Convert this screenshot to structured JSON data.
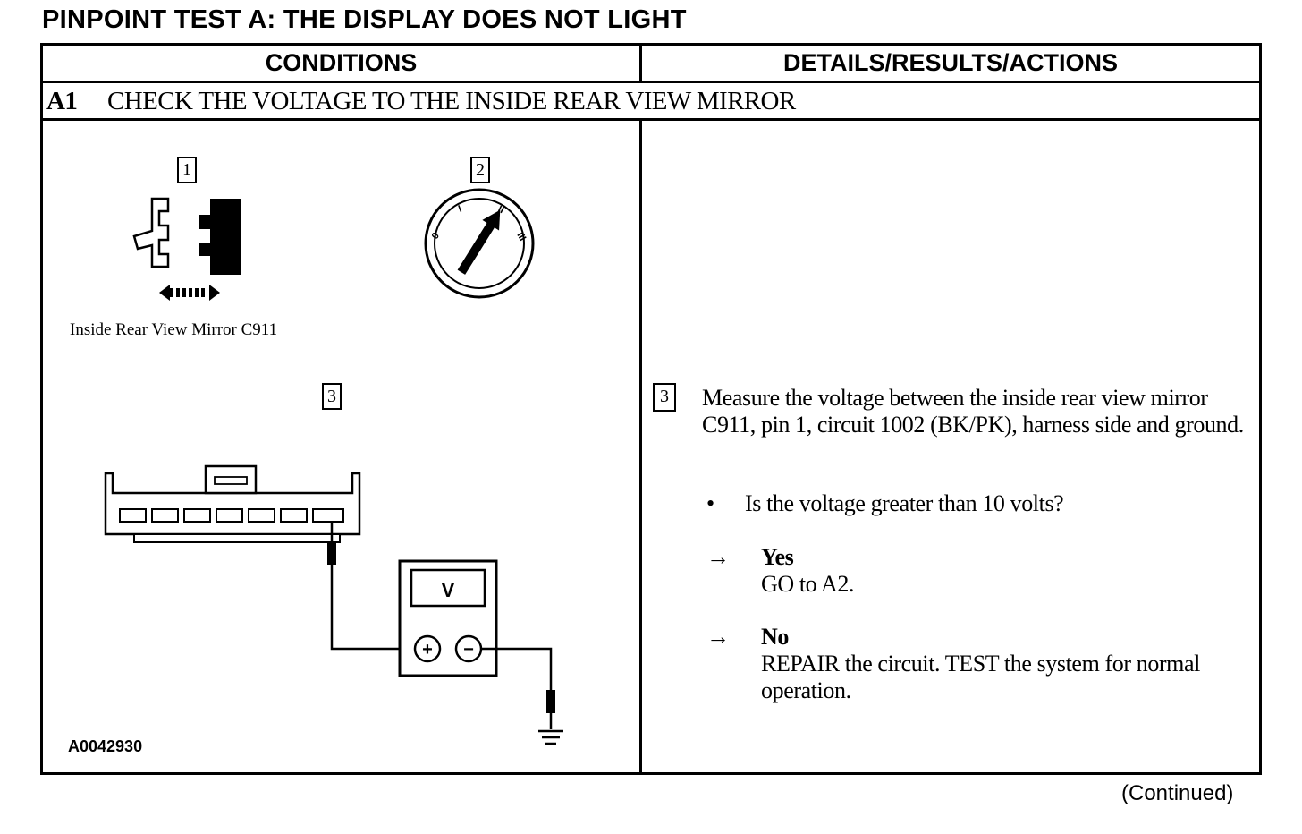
{
  "title": "PINPOINT TEST A: THE DISPLAY DOES NOT LIGHT",
  "columns": {
    "conditions": "CONDITIONS",
    "details": "DETAILS/RESULTS/ACTIONS"
  },
  "step": {
    "id": "A1",
    "title": "CHECK THE VOLTAGE TO THE INSIDE REAR VIEW MIRROR"
  },
  "figures": {
    "callout_1": "1",
    "callout_2": "2",
    "callout_3": "3",
    "caption_1": "Inside Rear View Mirror C911",
    "ignition_positions": [
      "0",
      "I",
      "II",
      "III"
    ],
    "meter_label": "V",
    "meter_plus": "+",
    "meter_minus": "−",
    "figure_id": "A0042930"
  },
  "details": {
    "callout": "3",
    "instruction": "Measure the voltage between the inside rear view mirror C911, pin 1, circuit 1002 (BK/PK), harness side and ground.",
    "bullet_symbol": "•",
    "question": "Is the voltage greater than 10 volts?",
    "arrow": "→",
    "yes_label": "Yes",
    "yes_action": "GO to A2.",
    "no_label": "No",
    "no_action": "REPAIR the circuit. TEST the system for normal operation."
  },
  "footer": {
    "continued": "(Continued)"
  }
}
